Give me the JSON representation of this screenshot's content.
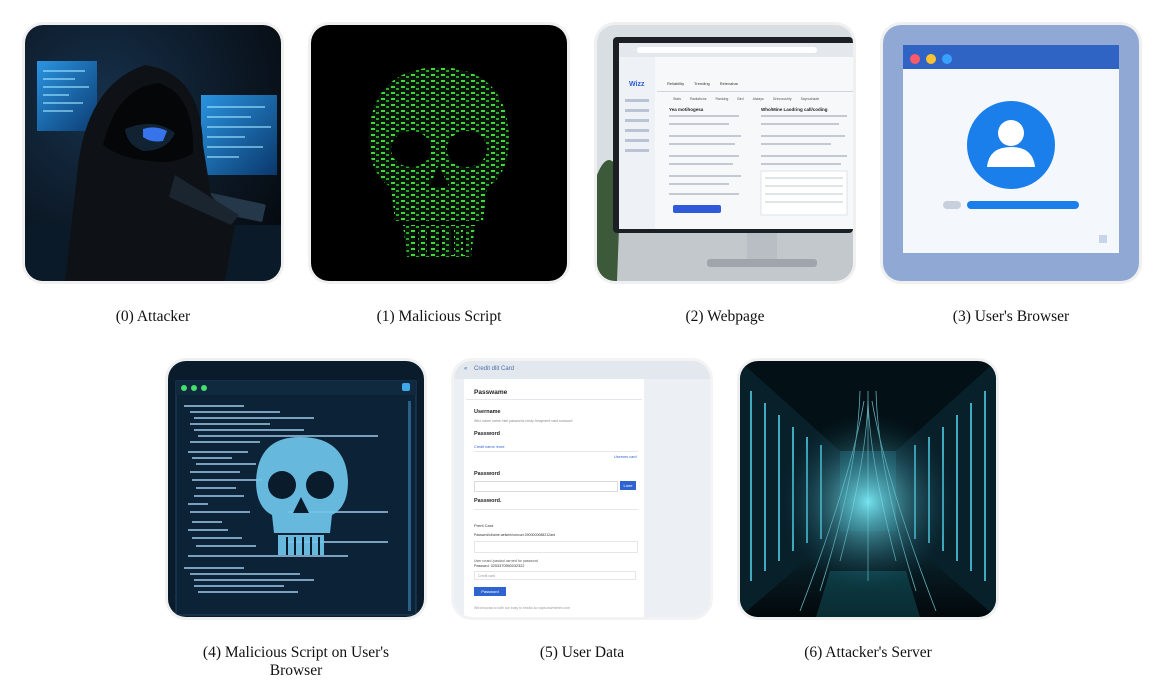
{
  "items": [
    {
      "caption": "(0) Attacker",
      "subject": "hooded-hacker"
    },
    {
      "caption": "(1) Malicious Script",
      "subject": "code-skull"
    },
    {
      "caption": "(2) Webpage",
      "subject": "monitor-webpage"
    },
    {
      "caption": "(3) User's Browser",
      "subject": "browser-user-profile"
    },
    {
      "caption": "(4) Malicious Script on User's Browser",
      "subject": "terminal-skull"
    },
    {
      "caption": "(5) User Data",
      "subject": "credit-card-form"
    },
    {
      "caption": "(6) Attacker's Server",
      "subject": "server-room"
    }
  ],
  "webpage_screen": {
    "logo": "Wizz",
    "nav": [
      "Reliability",
      "Trending",
      "Relevahar"
    ],
    "tabs": [
      "Stats",
      "Radiations",
      "Ranking",
      "Bird",
      "Always",
      "Grinnoushty",
      "Sayrochade"
    ],
    "left_heading": "Yea motihogesa",
    "right_heading": "Who/Mine Laodring call/coding"
  },
  "form_screen": {
    "header": "Credit dlit Card",
    "title": "Passwame",
    "labels": [
      "Username",
      "Password",
      "Password",
      "Password.",
      "Prent Card"
    ],
    "hint": "Who name name /ntel paswords credy /brayment card sumcord",
    "link1": "Credit name /eord",
    "link2": "Usernes card",
    "lone_button": "Lone",
    "card_text": "Passwrd/cd/ame.aelsert/concurr.0000000088212ard",
    "user_rcd": "User rcrard /pasdsd usrrred for password",
    "password_value": "Passwrd. 3253370550032322",
    "placeholder": "Credit card",
    "submit": "Password",
    "footer": "Who/nscraa to with our busy to reddlo,so capsund/mebnt.com"
  }
}
